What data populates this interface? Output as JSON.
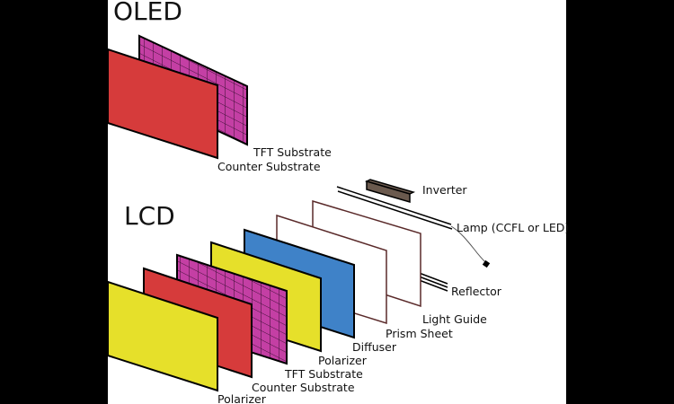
{
  "oled": {
    "title": "OLED",
    "labels": {
      "tft": "TFT Substrate",
      "counter": "Counter Substrate"
    }
  },
  "lcd": {
    "title": "LCD",
    "labels": {
      "inverter": "Inverter",
      "lamp": "Lamp (CCFL or LED)",
      "reflector": "Reflector",
      "light_guide": "Light Guide",
      "prism_sheet": "Prism Sheet",
      "diffuser": "Diffuser",
      "polarizer_back": "Polarizer",
      "tft": "TFT Substrate",
      "counter": "Counter Substrate",
      "polarizer_front": "Polarizer"
    }
  },
  "colors": {
    "background": "#000000",
    "panel": "#ffffff",
    "red_layer": "#d63b3b",
    "magenta_layer": "#c43fa4",
    "yellow_layer": "#e6e02a",
    "blue_layer": "#3f82c8",
    "inverter": "#6b5a4e"
  }
}
